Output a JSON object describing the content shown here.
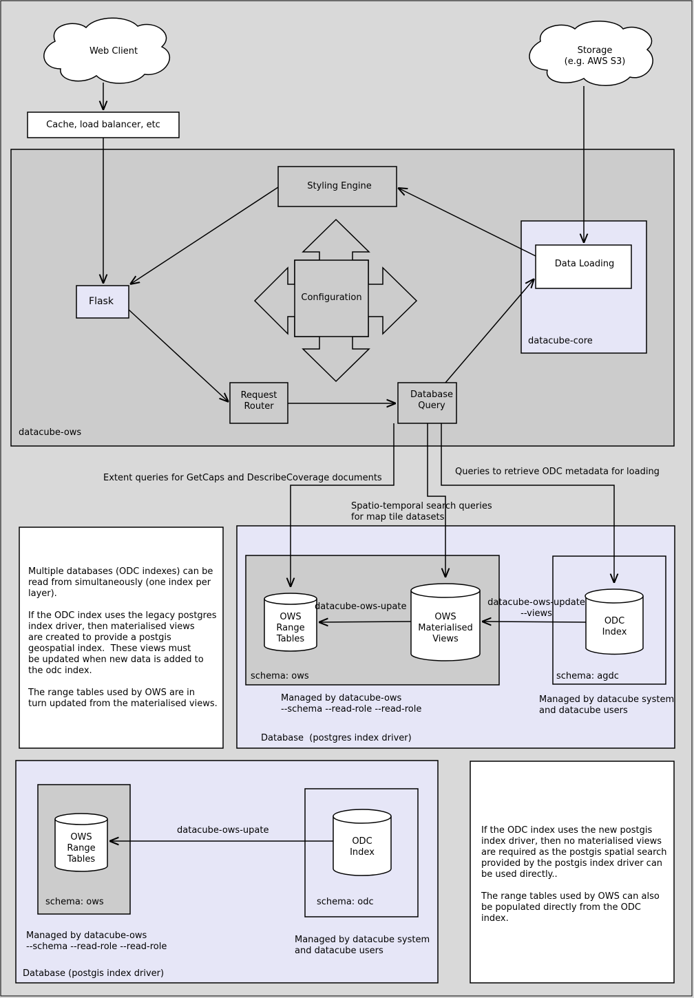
{
  "clouds": {
    "web_client": "Web Client",
    "storage": "Storage\n(e.g. AWS S3)"
  },
  "boxes": {
    "cache": "Cache, load balancer, etc",
    "styling_engine": "Styling Engine",
    "flask": "Flask",
    "configuration": "Configuration",
    "data_loading": "Data Loading",
    "request_router": "Request\nRouter",
    "database_query": "Database\nQuery"
  },
  "containers": {
    "datacube_ows": "datacube-ows",
    "datacube_core": "datacube-core",
    "schema_ows_legacy": "schema: ows",
    "schema_agdc": "schema: agdc",
    "database_postgres": "Database  (postgres index driver)",
    "schema_ows_postgis": "schema: ows",
    "schema_odc": "schema: odc",
    "database_postgis": "Database (postgis index driver)"
  },
  "cylinders": {
    "ows_range_tables_legacy": "OWS\nRange\nTables",
    "ows_materialised_views": "OWS\nMaterialised\nViews",
    "odc_index_agdc": "ODC\nIndex",
    "ows_range_tables_postgis": "OWS\nRange\nTables",
    "odc_index_odc": "ODC\nIndex"
  },
  "edge_labels": {
    "extent_queries": "Extent queries for GetCaps and DescribeCoverage documents",
    "spatio_temporal": "Spatio-temporal search queries\nfor map tile datasets",
    "metadata_queries": "Queries to retrieve ODC metadata for loading",
    "ows_upate_legacy": "datacube-ows-upate",
    "ows_update_views": "datacube-ows-update\n--views",
    "ows_upate_postgis": "datacube-ows-upate"
  },
  "managed_notes": {
    "legacy_ows": "Managed by datacube-ows\n--schema --read-role --read-role",
    "legacy_agdc": "Managed by datacube system\nand datacube users",
    "postgis_ows": "Managed by datacube-ows\n--schema --read-role --read-role",
    "postgis_odc": "Managed by datacube system\nand datacube users"
  },
  "notes": {
    "legacy_note": "Multiple databases (ODC indexes) can be\nread from simultaneously (one index per\nlayer).\n\nIf the ODC index uses the legacy postgres\nindex driver, then materialised views\nare created to provide a postgis\ngeospatial index.  These views must\nbe updated when new data is added to\nthe odc index.\n\nThe range tables used by OWS are in\nturn updated from the materialised views.",
    "postgis_note": "If the ODC index uses the new postgis\nindex driver, then no materialised views\nare required as the postgis spatial search\nprovided by the postgis index driver can\nbe used directly..\n\nThe range tables used by OWS can also\nbe populated directly from the ODC\nindex."
  },
  "colors": {
    "background": "#d9d9d9",
    "container_gray": "#cccccc",
    "container_lavender": "#e6e6f7",
    "box_white": "#ffffff",
    "stroke": "#000000"
  }
}
